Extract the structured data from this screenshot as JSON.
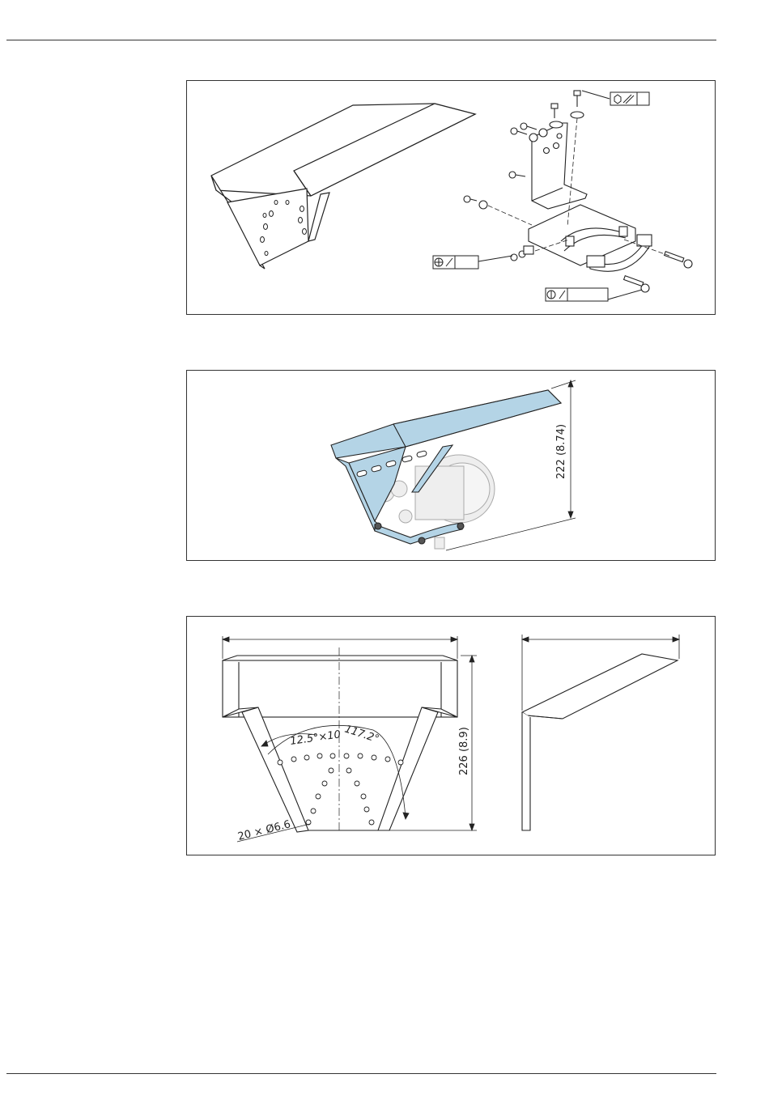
{
  "figure2": {
    "height_label": "222 (8.74)"
  },
  "figure3": {
    "height_label": "226 (8.9)",
    "angle_step_label": "12.5°×10",
    "angle_total_label": "117.2°",
    "holes_label": "20 × Ø6.6"
  },
  "colors": {
    "cover_blue": "#b4d4e6",
    "line": "#222222"
  }
}
